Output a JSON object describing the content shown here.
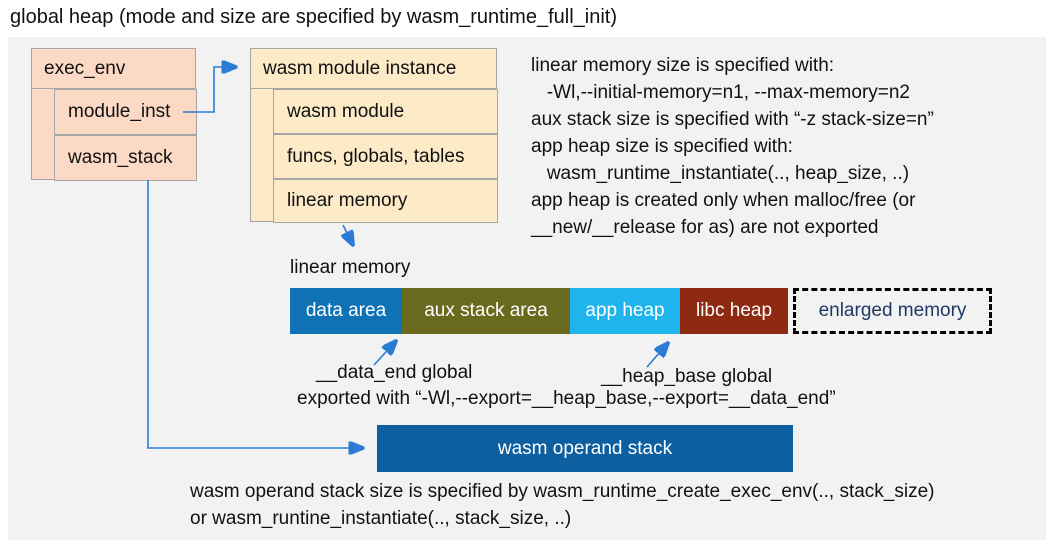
{
  "title": "global heap (mode and size are specified by wasm_runtime_full_init)",
  "colors": {
    "panel_bg": "#f2f2f2",
    "struct_pink_fill": "#fbd9c5",
    "struct_cream_fill": "#fdebc8",
    "struct_border": "#a6a6a6",
    "connector_blue": "#2b7cd3",
    "operand_stack": "#0e5fa0",
    "enlarged_text": "#1f3864"
  },
  "exec_env": {
    "header": "exec_env",
    "rows": [
      "module_inst",
      "wasm_stack"
    ]
  },
  "module_instance": {
    "header": "wasm module instance",
    "rows": [
      "wasm module",
      "funcs, globals, tables",
      "linear memory"
    ]
  },
  "right_notes": {
    "lines": [
      "linear memory size is specified with:",
      "   -Wl,--initial-memory=n1, --max-memory=n2",
      "aux stack size is specified with “-z stack-size=n”",
      "app heap size is specified with:",
      "   wasm_runtime_instantiate(.., heap_size, ..)",
      "app heap is created only when malloc/free (or",
      "__new/__release for as) are not exported"
    ]
  },
  "linear_memory": {
    "label": "linear memory",
    "segments": [
      {
        "label": "data area",
        "color": "#0e72b5"
      },
      {
        "label": "aux stack area",
        "color": "#6a6a1e"
      },
      {
        "label": "app heap",
        "color": "#1fb4ec"
      },
      {
        "label": "libc heap",
        "color": "#8f2a12"
      }
    ],
    "enlarged_label": "enlarged memory"
  },
  "annotations": {
    "data_end": "__data_end global",
    "heap_base": "__heap_base global",
    "exported": "exported with “-Wl,--export=__heap_base,--export=__data_end”"
  },
  "operand_stack_label": "wasm operand stack",
  "bottom_notes": {
    "lines": [
      "wasm operand stack size is specified by wasm_runtime_create_exec_env(.., stack_size)",
      "or wasm_runtine_instantiate(.., stack_size, ..)"
    ]
  }
}
